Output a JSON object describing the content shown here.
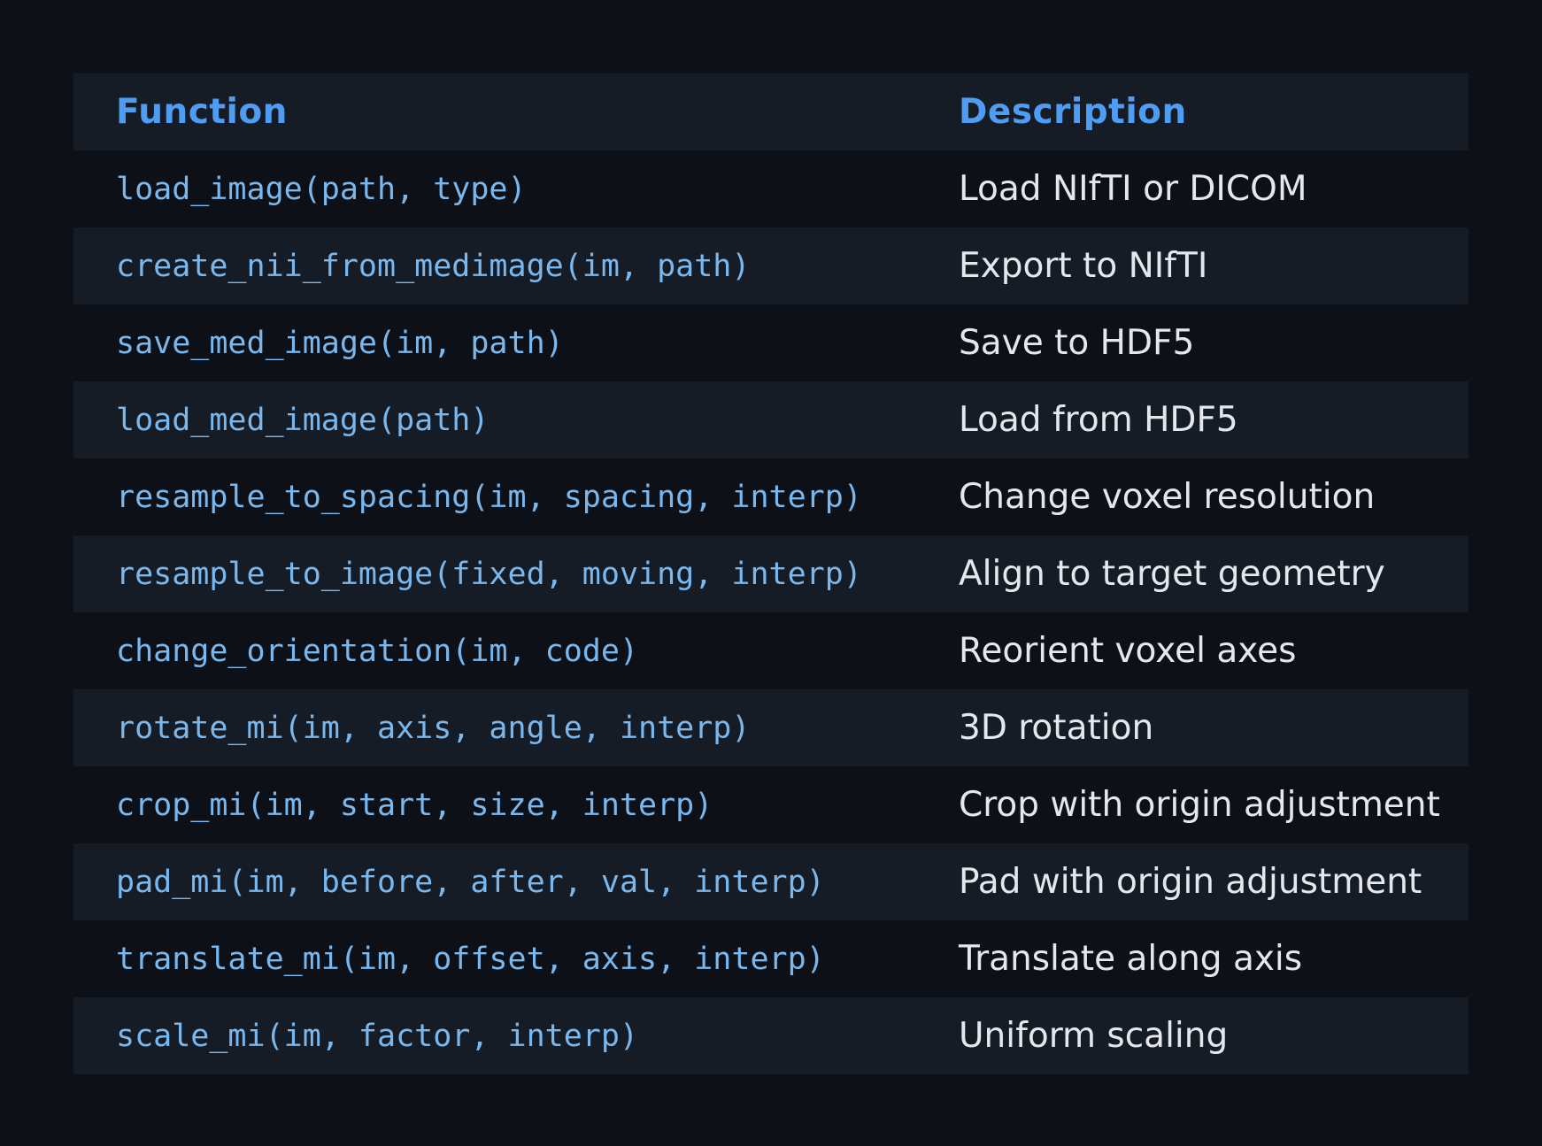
{
  "colors": {
    "background": "#0d1117",
    "stripe": "#161c26",
    "header_text": "#4f9df3",
    "code_text": "#79b8ef",
    "body_text": "#e4e8ec"
  },
  "table": {
    "columns": [
      {
        "key": "function",
        "label": "Function"
      },
      {
        "key": "description",
        "label": "Description"
      }
    ],
    "rows": [
      {
        "function": "load_image(path, type)",
        "description": "Load NIfTI or DICOM"
      },
      {
        "function": "create_nii_from_medimage(im, path)",
        "description": "Export to NIfTI"
      },
      {
        "function": "save_med_image(im, path)",
        "description": "Save to HDF5"
      },
      {
        "function": "load_med_image(path)",
        "description": "Load from HDF5"
      },
      {
        "function": "resample_to_spacing(im, spacing, interp)",
        "description": "Change voxel resolution"
      },
      {
        "function": "resample_to_image(fixed, moving, interp)",
        "description": "Align to target geometry"
      },
      {
        "function": "change_orientation(im, code)",
        "description": "Reorient voxel axes"
      },
      {
        "function": "rotate_mi(im, axis, angle, interp)",
        "description": "3D rotation"
      },
      {
        "function": "crop_mi(im, start, size, interp)",
        "description": "Crop with origin adjustment"
      },
      {
        "function": "pad_mi(im, before, after, val, interp)",
        "description": "Pad with origin adjustment"
      },
      {
        "function": "translate_mi(im, offset, axis, interp)",
        "description": "Translate along axis"
      },
      {
        "function": "scale_mi(im, factor, interp)",
        "description": "Uniform scaling"
      }
    ]
  }
}
